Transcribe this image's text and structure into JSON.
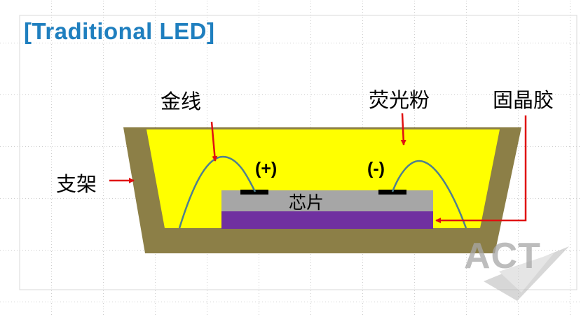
{
  "title": "[Traditional LED]",
  "labels": {
    "gold_wire": "金线",
    "phosphor": "荧光粉",
    "die_attach": "固晶胶",
    "bracket": "支架",
    "chip": "芯片",
    "positive": "(+)",
    "negative": "(-)"
  },
  "watermark": "ACT",
  "colors": {
    "title": "#1f7fbf",
    "bracket": "#8c7f47",
    "phosphor": "#ffff00",
    "chip": "#a6a6a6",
    "die_attach": "#7030a0",
    "wire": "#4f7f8f",
    "arrow": "#e01010"
  }
}
